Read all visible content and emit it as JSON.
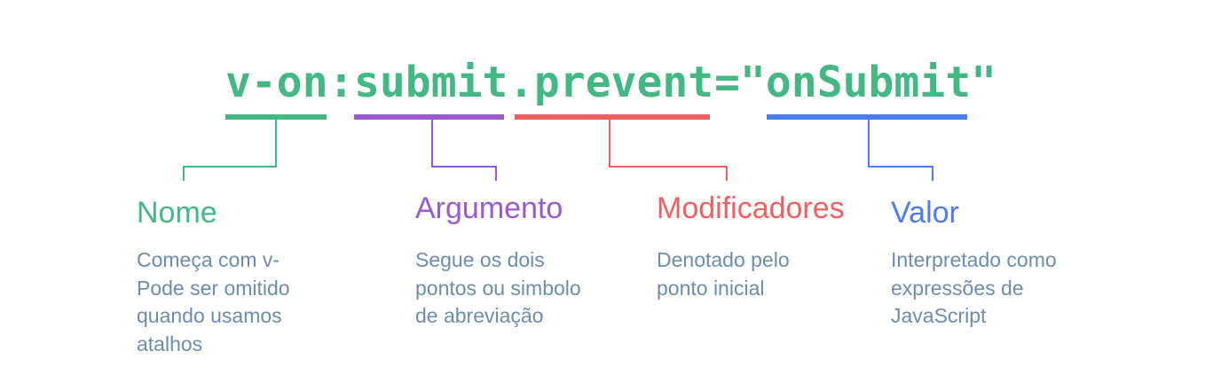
{
  "code": {
    "name_part": "v-on",
    "colon": ":",
    "argument_part": "submit",
    "modifier_part": ".prevent",
    "equals": "=",
    "value_part": "\"onSubmit\""
  },
  "colors": {
    "nome": "#42b883",
    "argumento": "#9b59d0",
    "modificadores": "#f35f5f",
    "valor": "#4d7cf2",
    "description": "#6b8db0"
  },
  "sections": {
    "nome": {
      "title": "Nome",
      "lines": [
        "Começa com v-",
        "Pode ser omitido",
        "quando usamos",
        "atalhos"
      ]
    },
    "argumento": {
      "title": "Argumento",
      "lines": [
        "Segue os dois",
        "pontos ou simbolo",
        "de abreviação"
      ]
    },
    "modificadores": {
      "title": "Modificadores",
      "lines": [
        "Denotado pelo",
        "ponto inicial"
      ]
    },
    "valor": {
      "title": "Valor",
      "lines": [
        "Interpretado como",
        "expressões de",
        "JavaScript"
      ]
    }
  }
}
